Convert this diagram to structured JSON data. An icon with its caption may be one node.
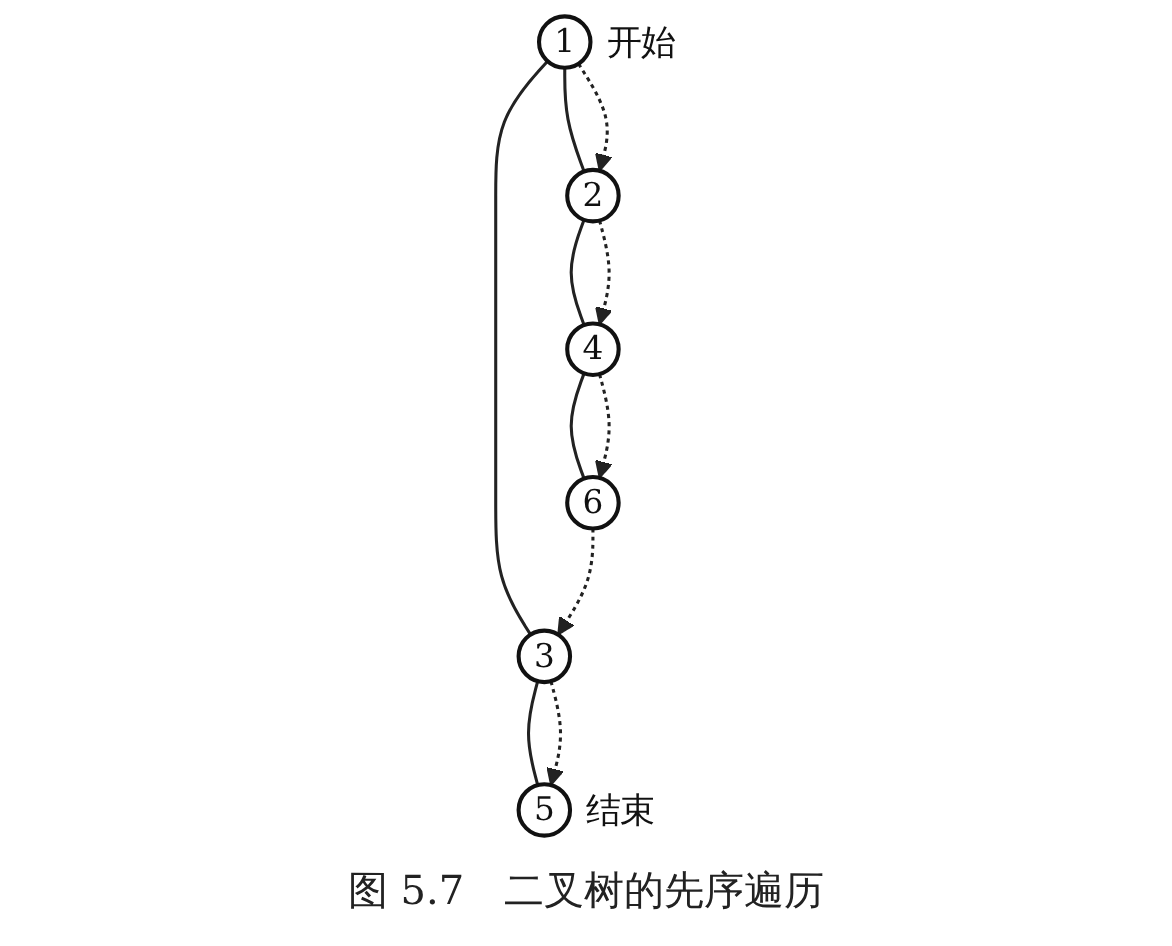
{
  "diagram": {
    "caption": "图 5.7　二叉树的先序遍历",
    "nodes": [
      {
        "text": [
          "1"
        ],
        "beside": [
          "开始"
        ]
      },
      {
        "text": [
          "2"
        ]
      },
      {
        "text": [
          "3"
        ]
      },
      {
        "text": [
          "4"
        ]
      },
      {
        "text": [
          "5"
        ],
        "beside": [
          "结束"
        ]
      },
      {
        "text": [
          "6"
        ]
      }
    ],
    "edges": [
      {
        "from": 0,
        "to": 1,
        "arrow": "none"
      },
      {
        "from": 0,
        "to": 2,
        "arrow": "none"
      },
      {
        "from": 1,
        "to": 3,
        "arrow": "none"
      },
      {
        "from": 3,
        "to": 5,
        "arrow": "none"
      },
      {
        "from": 2,
        "to": 4,
        "arrow": "none"
      },
      {
        "from": 0,
        "to": 1,
        "arrow": "to",
        "style": "dashed"
      },
      {
        "from": 1,
        "to": 3,
        "arrow": "to",
        "style": "dashed"
      },
      {
        "from": 3,
        "to": 5,
        "arrow": "to",
        "style": "dashed"
      },
      {
        "from": 5,
        "to": 2,
        "arrow": "to",
        "style": "dashed"
      },
      {
        "from": 2,
        "to": 4,
        "arrow": "to",
        "style": "dashed"
      }
    ]
  }
}
